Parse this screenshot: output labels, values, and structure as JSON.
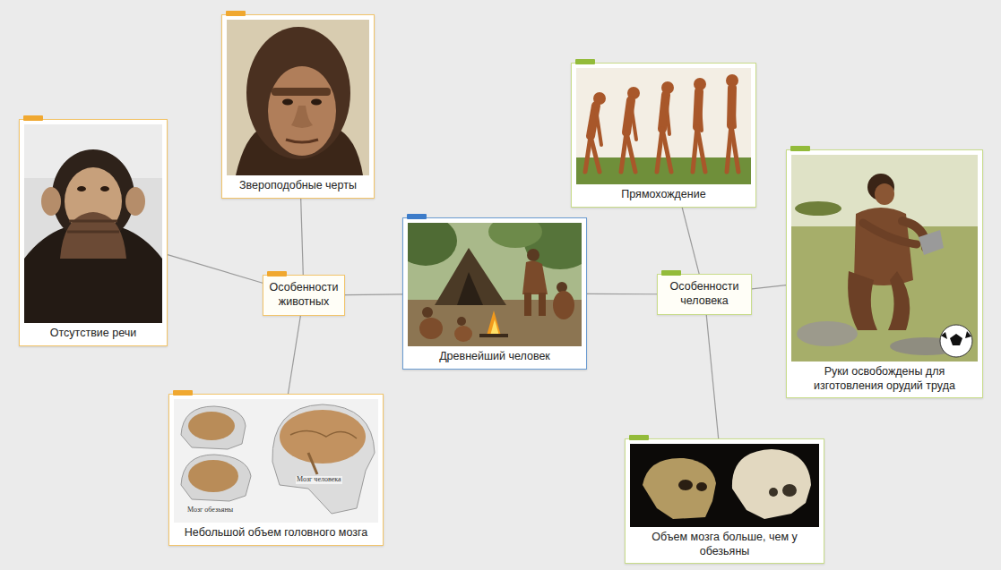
{
  "diagram": {
    "nodes": [
      {
        "text": [
          "Древнейший человек"
        ]
      },
      {
        "text": [
          "Особенности животных"
        ]
      },
      {
        "text": [
          "Звероподобные черты"
        ]
      },
      {
        "text": [
          "Отсутствие речи"
        ]
      },
      {
        "text": [
          "Небольшой объем головного мозга"
        ]
      },
      {
        "text": [
          "Особенности человека"
        ]
      },
      {
        "text": [
          "Прямохождение"
        ]
      },
      {
        "text": [
          "Руки освобождены для изготовления орудий труда"
        ]
      },
      {
        "text": [
          "Объем мозга больше, чем у обезьяны"
        ]
      }
    ],
    "edges": [
      {
        "from": 0,
        "to": 1,
        "arrow": "none"
      },
      {
        "from": 1,
        "to": 2,
        "arrow": "none"
      },
      {
        "from": 1,
        "to": 3,
        "arrow": "none"
      },
      {
        "from": 1,
        "to": 4,
        "arrow": "none"
      },
      {
        "from": 0,
        "to": 5,
        "arrow": "none"
      },
      {
        "from": 5,
        "to": 6,
        "arrow": "none"
      },
      {
        "from": 5,
        "to": 7,
        "arrow": "none"
      },
      {
        "from": 5,
        "to": 8,
        "arrow": "none"
      }
    ],
    "labels": [
      "Мозг обезьяны",
      "Мозг человека"
    ]
  }
}
